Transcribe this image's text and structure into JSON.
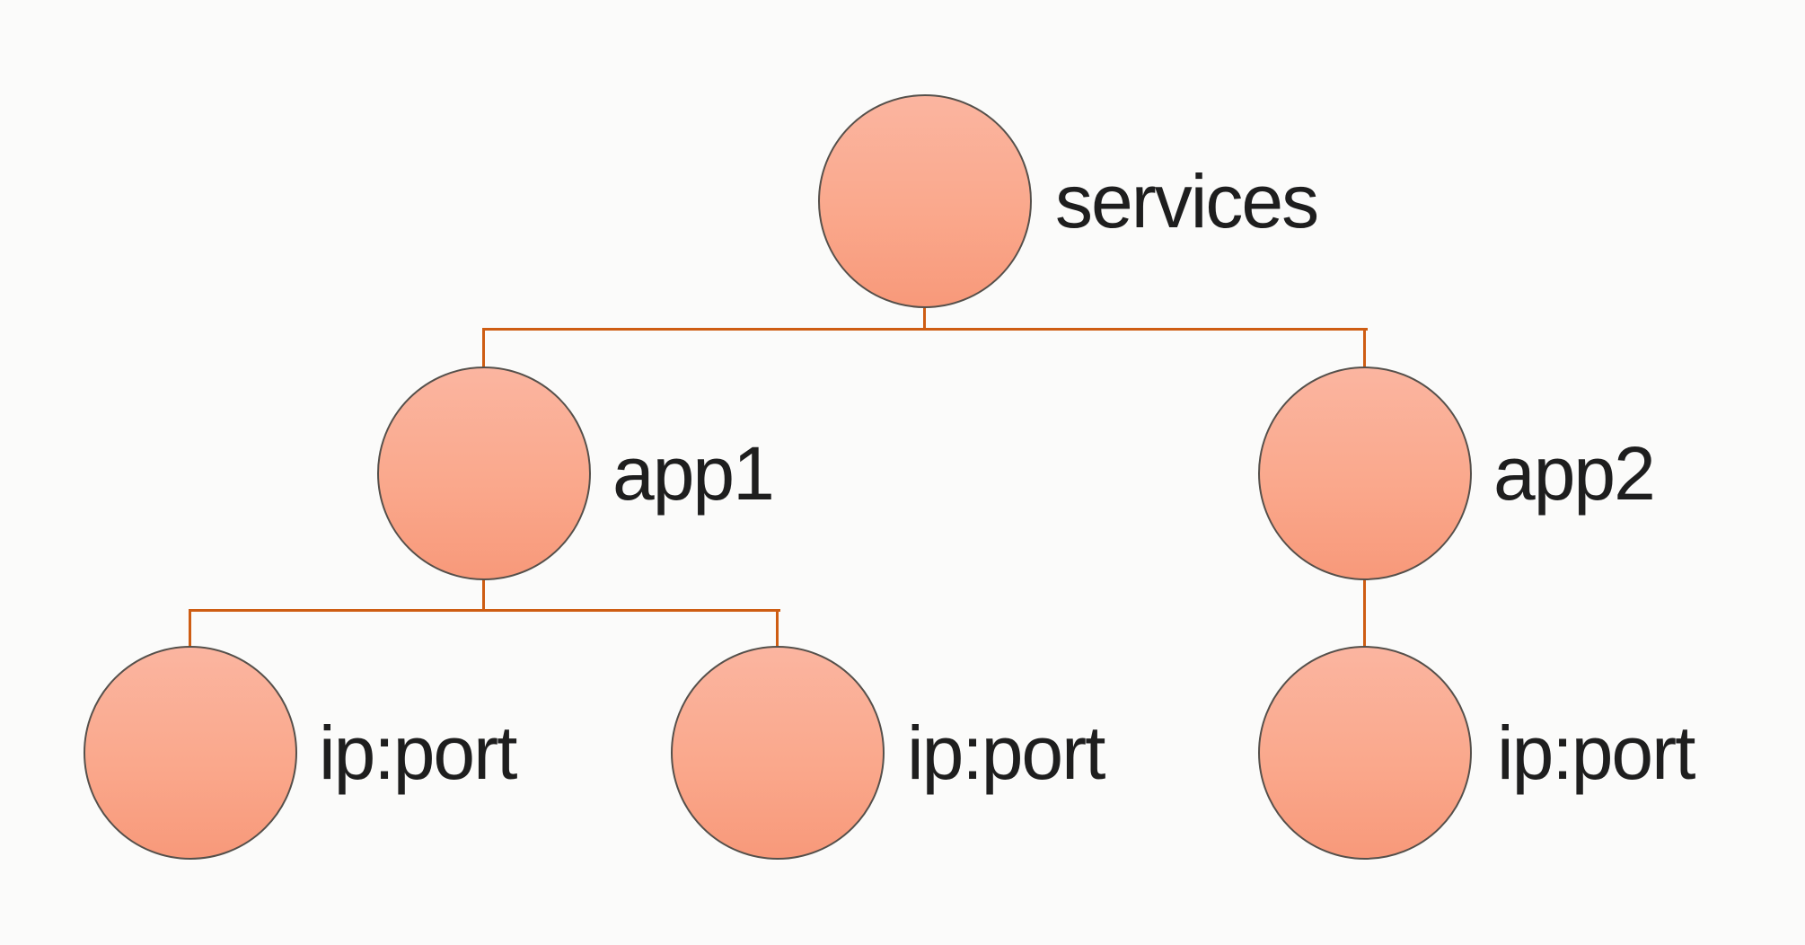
{
  "diagram": {
    "type": "tree",
    "title": "",
    "colors": {
      "background": "#FBFBFA",
      "node_fill_top": "#FBB5A0",
      "node_fill_bottom": "#F8997A",
      "node_border": "#55504B",
      "connector": "#CE5D13",
      "label_text": "#1E1E1E"
    },
    "root": "services",
    "nodes": [
      {
        "id": "services",
        "label": "services",
        "children": [
          "app1",
          "app2"
        ]
      },
      {
        "id": "app1",
        "label": "app1",
        "children": [
          "app1-endpoint-1",
          "app1-endpoint-2"
        ]
      },
      {
        "id": "app2",
        "label": "app2",
        "children": [
          "app2-endpoint-1"
        ]
      },
      {
        "id": "app1-endpoint-1",
        "label": "ip:port",
        "children": []
      },
      {
        "id": "app1-endpoint-2",
        "label": "ip:port",
        "children": []
      },
      {
        "id": "app2-endpoint-1",
        "label": "ip:port",
        "children": []
      }
    ]
  }
}
